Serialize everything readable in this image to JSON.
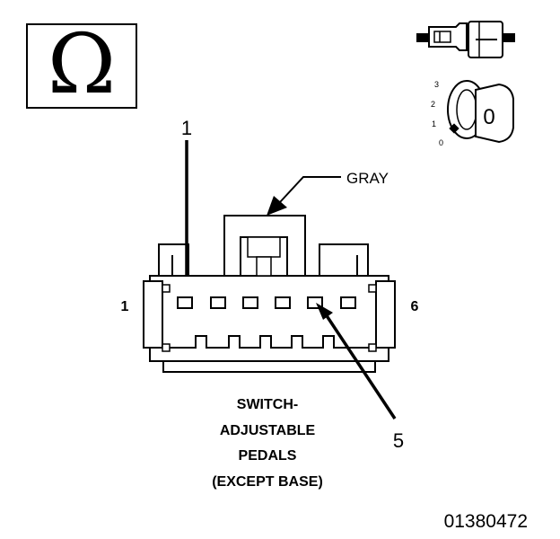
{
  "icons": {
    "resistance_symbol": "Ω",
    "connector_icon": "connector-plug-icon",
    "ignition_key_icon": "ignition-key-icon"
  },
  "ignition": {
    "positions": [
      "3",
      "2",
      "1",
      "0"
    ],
    "key_label": "0"
  },
  "callouts": {
    "pin_top": "1",
    "pin_bottom": "5",
    "gray": "GRAY"
  },
  "connector": {
    "pin_left_label": "1",
    "pin_right_label": "6",
    "cavity_count": 6
  },
  "title": {
    "line1": "SWITCH-",
    "line2": "ADJUSTABLE",
    "line3": "PEDALS",
    "line4": "(EXCEPT BASE)"
  },
  "figure_id": "01380472"
}
